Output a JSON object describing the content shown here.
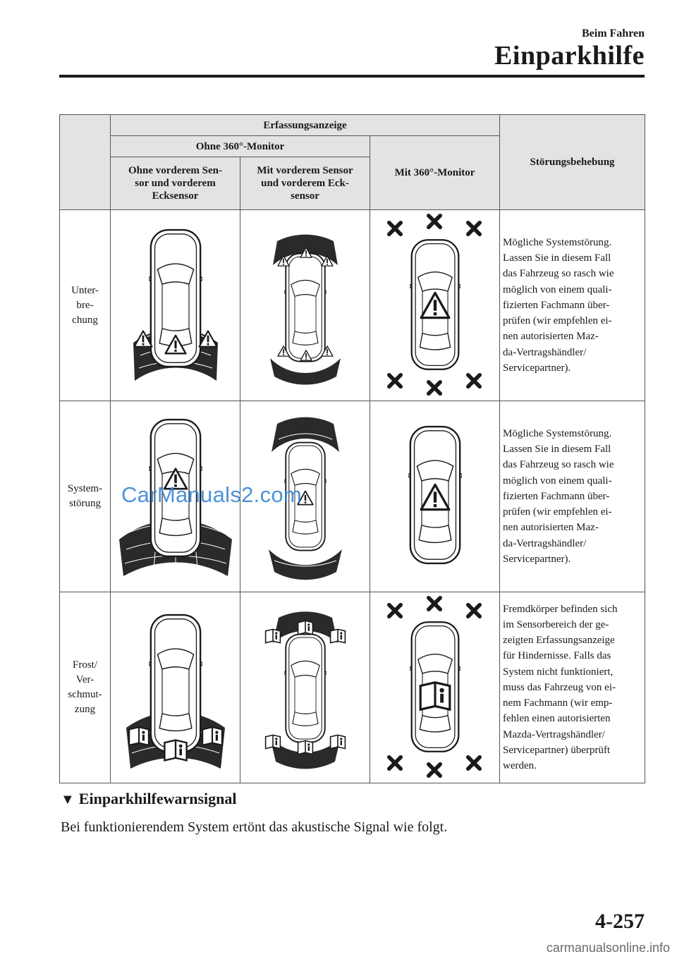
{
  "header": {
    "section": "Beim Fahren",
    "chapter": "Einparkhilfe"
  },
  "table": {
    "h_detection": "Erfassungsanzeige",
    "h_troubleshooting": "Störungsbehebung",
    "h_without_360": "Ohne 360°-Monitor",
    "h_with_360": "Mit 360°-Monitor",
    "h_no_front": [
      "Ohne vorderem Sen-",
      "sor und vorderem",
      "Ecksensor"
    ],
    "h_with_front": [
      "Mit vorderem Sensor",
      "und vorderem Eck-",
      "sensor"
    ],
    "rows": [
      {
        "label": [
          "Unter-",
          "bre-",
          "chung"
        ],
        "desc": [
          "Mögliche Systemstörung.",
          "Lassen Sie in diesem Fall",
          "das Fahrzeug so rasch wie",
          "möglich von einem quali-",
          "fizierten Fachmann über-",
          "prüfen (wir empfehlen ei-",
          "nen autorisierten Maz-",
          "da-Vertragshändler/",
          "Servicepartner)."
        ]
      },
      {
        "label": [
          "System-",
          "störung"
        ],
        "desc": [
          "Mögliche Systemstörung.",
          "Lassen Sie in diesem Fall",
          "das Fahrzeug so rasch wie",
          "möglich von einem quali-",
          "fizierten Fachmann über-",
          "prüfen (wir empfehlen ei-",
          "nen autorisierten Maz-",
          "da-Vertragshändler/",
          "Servicepartner)."
        ]
      },
      {
        "label": [
          "Frost/",
          "Ver-",
          "schmut-",
          "zung"
        ],
        "desc": [
          "Fremdkörper befinden sich",
          "im Sensorbereich der ge-",
          "zeigten Erfassungsanzeige",
          "für Hindernisse. Falls das",
          "System nicht funktioniert,",
          "muss das Fahrzeug von ei-",
          "nem Fachmann (wir emp-",
          "fehlen einen autorisierten",
          "Mazda-Vertragshändler/",
          "Servicepartner) überprüft",
          "werden."
        ]
      }
    ]
  },
  "watermark": "CarManuals2.com",
  "subheading": "Einparkhilfewarnsignal",
  "body_text": "Bei funktionierendem System ertönt das akustische Signal wie folgt.",
  "page_number": "4-257",
  "footer_site": "carmanualsonline.info",
  "icons": [
    "car-outline-icon",
    "warning-triangle-icon",
    "sensor-arc-icon",
    "x-mark-icon",
    "manual-info-icon"
  ]
}
